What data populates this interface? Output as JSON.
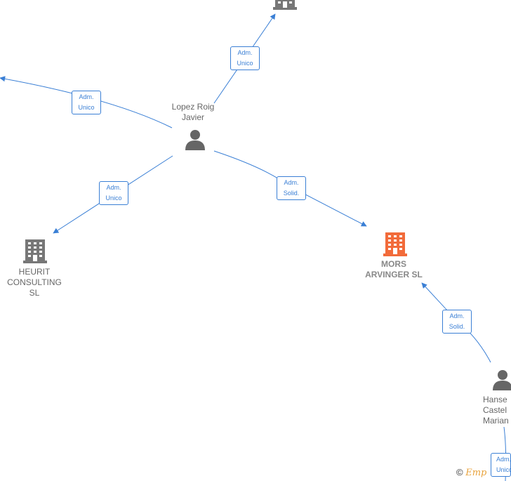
{
  "colors": {
    "edge": "#3a7fd5",
    "person_icon": "#666666",
    "company_icon": "#777777",
    "focus_company_icon": "#f26b3a",
    "label_text": "#666666"
  },
  "nodes": {
    "top_company": {
      "icon": "building-icon"
    },
    "left_company": {
      "icon": "building-icon"
    },
    "lopez_roig": {
      "icon": "person-icon",
      "label": "Lopez Roig\nJavier"
    },
    "heurit": {
      "icon": "building-icon",
      "label": "HEURIT\nCONSULTING\nSL"
    },
    "mors": {
      "icon": "building-icon",
      "label": "MORS\nARVINGER  SL"
    },
    "hansen": {
      "icon": "person-icon",
      "label": "Hanse\nCastel\nMarian"
    }
  },
  "edges": [
    {
      "label": "Adm.\nUnico"
    },
    {
      "label": "Adm.\nUnico"
    },
    {
      "label": "Adm.\nUnico"
    },
    {
      "label": "Adm.\nSolid."
    },
    {
      "label": "Adm.\nSolid."
    },
    {
      "label": "Adm.\nUnico"
    }
  ],
  "footer": {
    "copyright_symbol": "©",
    "brand": "Emp"
  }
}
